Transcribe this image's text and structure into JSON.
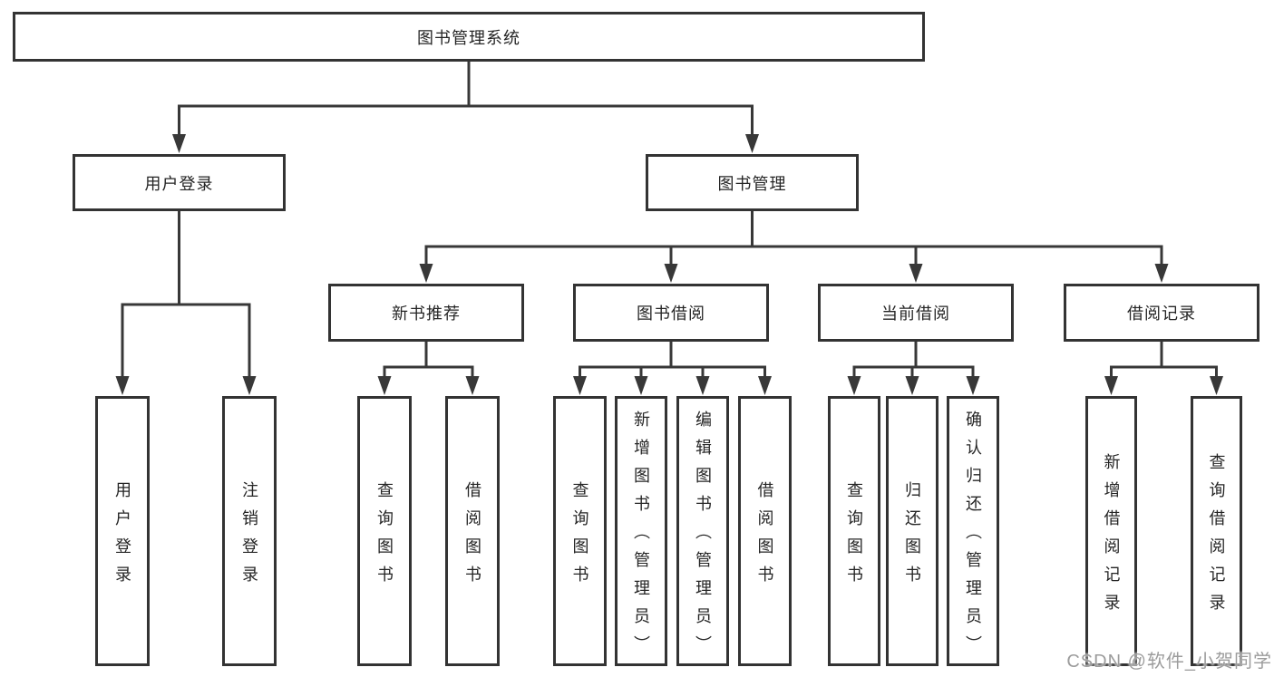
{
  "diagram": {
    "background_color": "#ffffff",
    "box_fill_color": "#ffffff",
    "box_border_color": "#333333",
    "line_color": "#383838",
    "text_color": "#252525"
  },
  "nodes": {
    "root": {
      "label": "图书管理系统"
    },
    "user_login": {
      "label": "用户登录"
    },
    "book_mgmt": {
      "label": "图书管理"
    },
    "new_book_rec": {
      "label": "新书推荐"
    },
    "book_borrow": {
      "label": "图书借阅"
    },
    "current_borrow": {
      "label": "当前借阅"
    },
    "borrow_record": {
      "label": "借阅记录"
    },
    "login_leaf": {
      "label": "用户登录"
    },
    "logout_leaf": {
      "label": "注销登录"
    },
    "rec_query": {
      "label": "查询图书"
    },
    "rec_borrow": {
      "label": "借阅图书"
    },
    "bb_query": {
      "label": "查询图书"
    },
    "bb_add": {
      "label": "新增图书（管理员）"
    },
    "bb_edit": {
      "label": "编辑图书（管理员）"
    },
    "bb_borrow": {
      "label": "借阅图书"
    },
    "cb_query": {
      "label": "查询图书"
    },
    "cb_return": {
      "label": "归还图书"
    },
    "cb_confirm": {
      "label": "确认归还（管理员）"
    },
    "br_add": {
      "label": "新增借阅记录"
    },
    "br_query": {
      "label": "查询借阅记录"
    }
  },
  "hierarchy": [
    {
      "parent": "root",
      "children": [
        "user_login",
        "book_mgmt"
      ]
    },
    {
      "parent": "user_login",
      "children": [
        "login_leaf",
        "logout_leaf"
      ]
    },
    {
      "parent": "book_mgmt",
      "children": [
        "new_book_rec",
        "book_borrow",
        "current_borrow",
        "borrow_record"
      ]
    },
    {
      "parent": "new_book_rec",
      "children": [
        "rec_query",
        "rec_borrow"
      ]
    },
    {
      "parent": "book_borrow",
      "children": [
        "bb_query",
        "bb_add",
        "bb_edit",
        "bb_borrow"
      ]
    },
    {
      "parent": "current_borrow",
      "children": [
        "cb_query",
        "cb_return",
        "cb_confirm"
      ]
    },
    {
      "parent": "borrow_record",
      "children": [
        "br_add",
        "br_query"
      ]
    }
  ],
  "watermark": {
    "text": "CSDN @软件_小贺同学",
    "color": "#9c9c9c"
  }
}
